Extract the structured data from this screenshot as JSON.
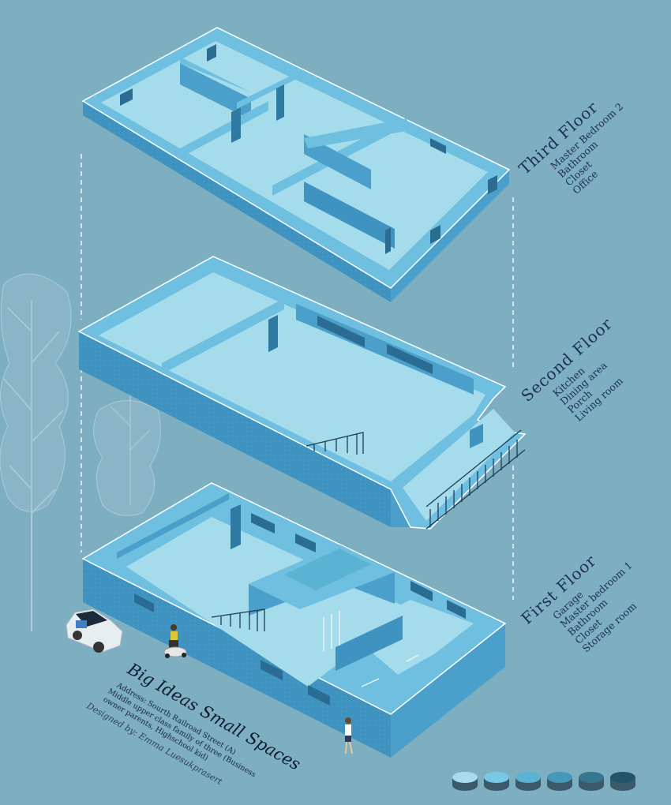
{
  "title": "Big Ideas Small Spaces",
  "address_line1": "Address: Sourth Railroad Street (A)",
  "address_line2": "Middle upper class family of three (Business",
  "address_line3": "owner parents, Highschool kid)",
  "designer": "Designed by: Emma Luesukprasert",
  "floors": [
    {
      "name": "Third Floor",
      "rooms": [
        "Master Bedroom 2",
        "Bathroom",
        "Closet",
        "Office"
      ]
    },
    {
      "name": "Second Floor",
      "rooms": [
        "Kitchen",
        "Dining area",
        "Porch",
        "Living room"
      ]
    },
    {
      "name": "First Floor",
      "rooms": [
        "Garage",
        "Master bedroom 1",
        "Bathroom",
        "Closet",
        "Storage room"
      ]
    }
  ],
  "palette": [
    "#a8dbeb",
    "#79c8e6",
    "#5ab3d3",
    "#4598b7",
    "#37768f",
    "#24546a"
  ],
  "colors": {
    "background": "#7eafc1",
    "wall_top": "#6fbfe0",
    "wall_side": "#4aa0cb",
    "wall_front": "#3f93c0",
    "floor": "#a5dcec",
    "outline": "#ffffff"
  }
}
